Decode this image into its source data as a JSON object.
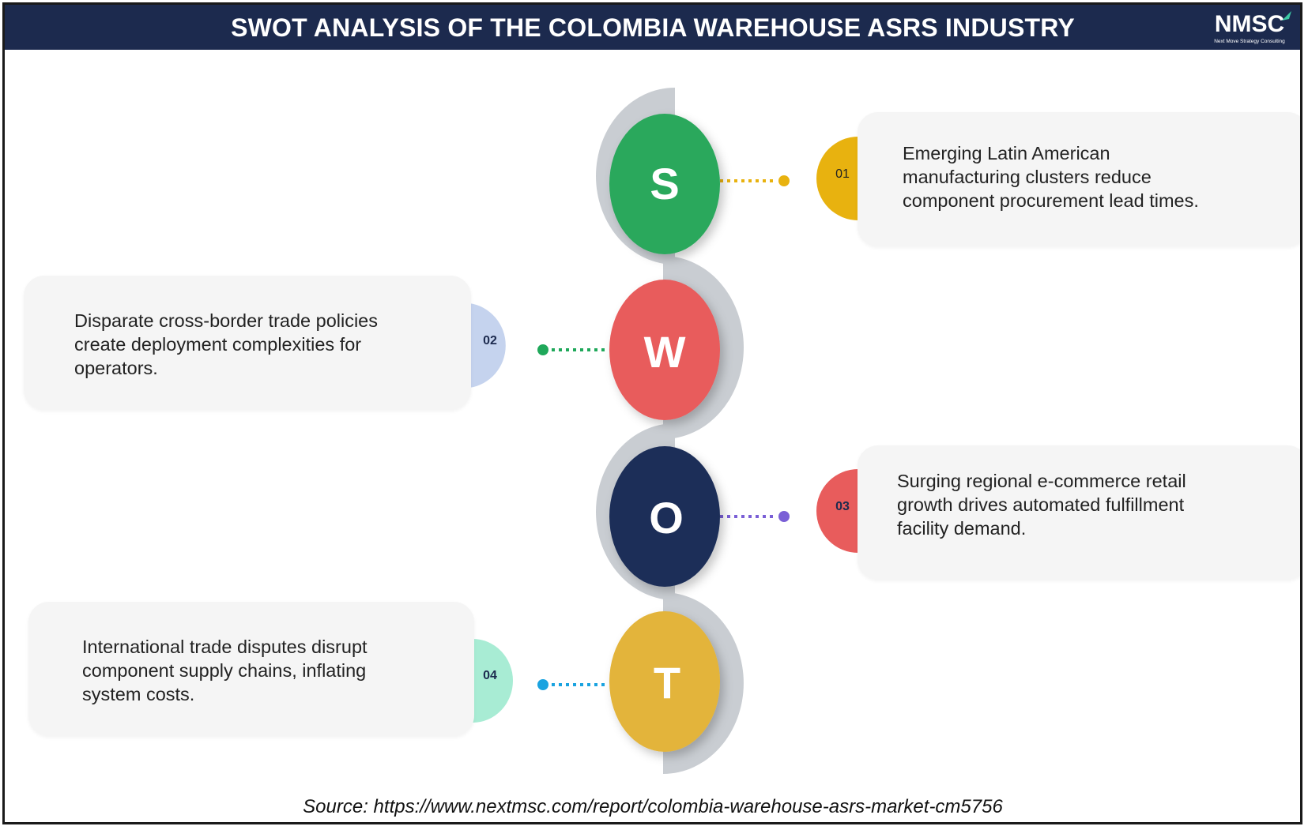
{
  "header": {
    "title": "SWOT ANALYSIS OF THE COLOMBIA WAREHOUSE ASRS INDUSTRY",
    "logo_text": "NMSC",
    "logo_subtitle": "Next Move Strategy Consulting"
  },
  "swot": [
    {
      "letter": "S",
      "number": "01",
      "text_lines": [
        "Emerging Latin American",
        "manufacturing clusters reduce",
        "component procurement lead times."
      ],
      "color": "#2aa85c"
    },
    {
      "letter": "W",
      "number": "02",
      "text_lines": [
        "Disparate cross-border trade policies",
        "create deployment complexities for",
        "operators."
      ],
      "color": "#e85c5c"
    },
    {
      "letter": "O",
      "number": "03",
      "text_lines": [
        "Surging regional e-commerce retail",
        "growth drives automated fulfillment",
        "facility demand."
      ],
      "color": "#1c2e58"
    },
    {
      "letter": "T",
      "number": "04",
      "text_lines": [
        "International trade disputes disrupt",
        "component supply chains, inflating",
        "system costs."
      ],
      "color": "#e3b43a"
    }
  ],
  "colors": {
    "header_bg": "#1c2a4e",
    "spine": "#c9cdd2",
    "card_bg": "#f5f5f5",
    "num_s": "#e8b20f",
    "num_w": "#c5d3ee",
    "num_o": "#e85c5c",
    "num_t": "#a8ecd4",
    "dot_s": "#e8b20f",
    "dot_w": "#1fa85a",
    "dot_o": "#7a5fd6",
    "dot_t": "#1aa3e0",
    "logo_accent": "#3cc9a5"
  },
  "source": "Source: https://www.nextmsc.com/report/colombia-warehouse-asrs-market-cm5756"
}
